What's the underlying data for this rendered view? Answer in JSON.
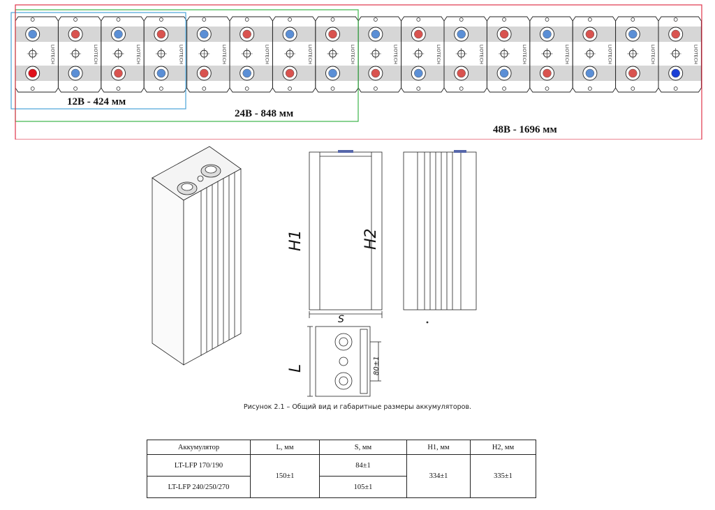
{
  "strip": {
    "brand_text": "LIOTECH",
    "spans": [
      {
        "label": "12В - 424 мм",
        "color": "#4aa3d8"
      },
      {
        "label": "24В - 848 мм",
        "color": "#3cb34a"
      },
      {
        "label": "48В - 1696 мм",
        "color": "#e0344a"
      }
    ],
    "cell_count": 16,
    "colors": {
      "positive": "#d9534f",
      "negative": "#5b8fd6",
      "highlight_band": "#d6d6d6",
      "first_terminal": "#e0101a",
      "last_terminal": "#1a3fd6"
    }
  },
  "figure": {
    "labels": {
      "h1": "H1",
      "h2": "H2",
      "s": "S",
      "l": "L",
      "pitch": "80±1"
    },
    "caption": "Рисунок 2.1 – Общий вид и габаритные размеры аккумуляторов."
  },
  "table": {
    "headers": [
      "Аккумулятор",
      "L, мм",
      "S, мм",
      "H1, мм",
      "H2, мм"
    ],
    "rows": [
      {
        "model": "LT-LFP 170/190",
        "s": "84±1"
      },
      {
        "model": "LT-LFP 240/250/270",
        "s": "105±1"
      }
    ],
    "l_value": "150±1",
    "h1_value": "334±1",
    "h2_value": "335±1"
  }
}
